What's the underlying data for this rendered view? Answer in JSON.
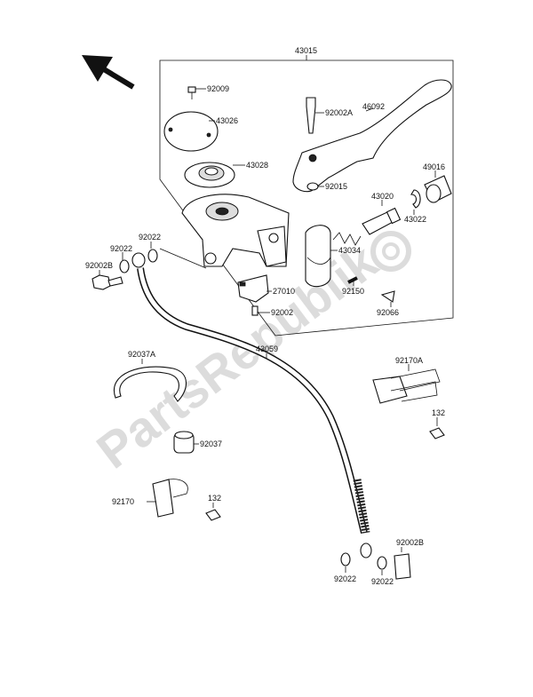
{
  "watermark": "PartsRepublik",
  "callouts": {
    "c43015": "43015",
    "c92009": "92009",
    "c43026": "43026",
    "c43028": "43028",
    "c92002A": "92002A",
    "c46092": "46092",
    "c92015": "92015",
    "c49016": "49016",
    "c43020": "43020",
    "c43022": "43022",
    "c43034": "43034",
    "c92022a": "92022",
    "c92022b": "92022",
    "c92002Ba": "92002B",
    "c27010": "27010",
    "c92150": "92150",
    "c92002": "92002",
    "c92066": "92066",
    "c92037A": "92037A",
    "c43059": "43059",
    "c92170A": "92170A",
    "c132a": "132",
    "c92037": "92037",
    "c92170": "92170",
    "c132b": "132",
    "c92022c": "92022",
    "c92022d": "92022",
    "c92002Bb": "92002B"
  }
}
